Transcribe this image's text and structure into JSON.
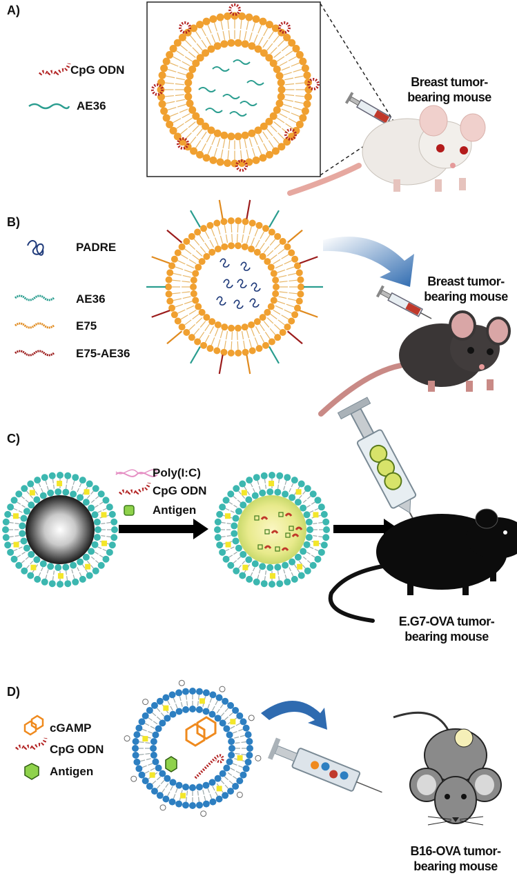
{
  "panels": {
    "a": {
      "label": "A)",
      "legend": [
        "CpG ODN",
        "AE36"
      ],
      "caption_1": "Breast tumor-",
      "caption_2": "bearing mouse"
    },
    "b": {
      "label": "B)",
      "legend": [
        "PADRE",
        "AE36",
        "E75",
        "E75-AE36"
      ],
      "caption_1": "Breast tumor-",
      "caption_2": "bearing mouse"
    },
    "c": {
      "label": "C)",
      "legend": [
        "Poly(I:C)",
        "CpG ODN",
        "Antigen"
      ],
      "caption_1": "E.G7-OVA tumor-",
      "caption_2": "bearing mouse"
    },
    "d": {
      "label": "D)",
      "legend": [
        "cGAMP",
        "CpG ODN",
        "Antigen"
      ],
      "caption_1": "B16-OVA tumor-",
      "caption_2": "bearing mouse"
    }
  },
  "colors": {
    "lipid_orange": "#f0a030",
    "aqua": "#2a9d8f",
    "cpg_red": "#b22222",
    "padre_blue": "#1f3a7a",
    "e75_orange": "#e08a1e",
    "e75ae36_red": "#9b1c1c",
    "teal_head": "#3cb7b0",
    "yellow": "#f3e62a",
    "blue_head": "#2d7fc1",
    "arrow_blue": "#2f6bb0"
  },
  "icons": [
    "syringe-icon",
    "mouse-icon",
    "liposome-icon",
    "arrow-icon"
  ]
}
